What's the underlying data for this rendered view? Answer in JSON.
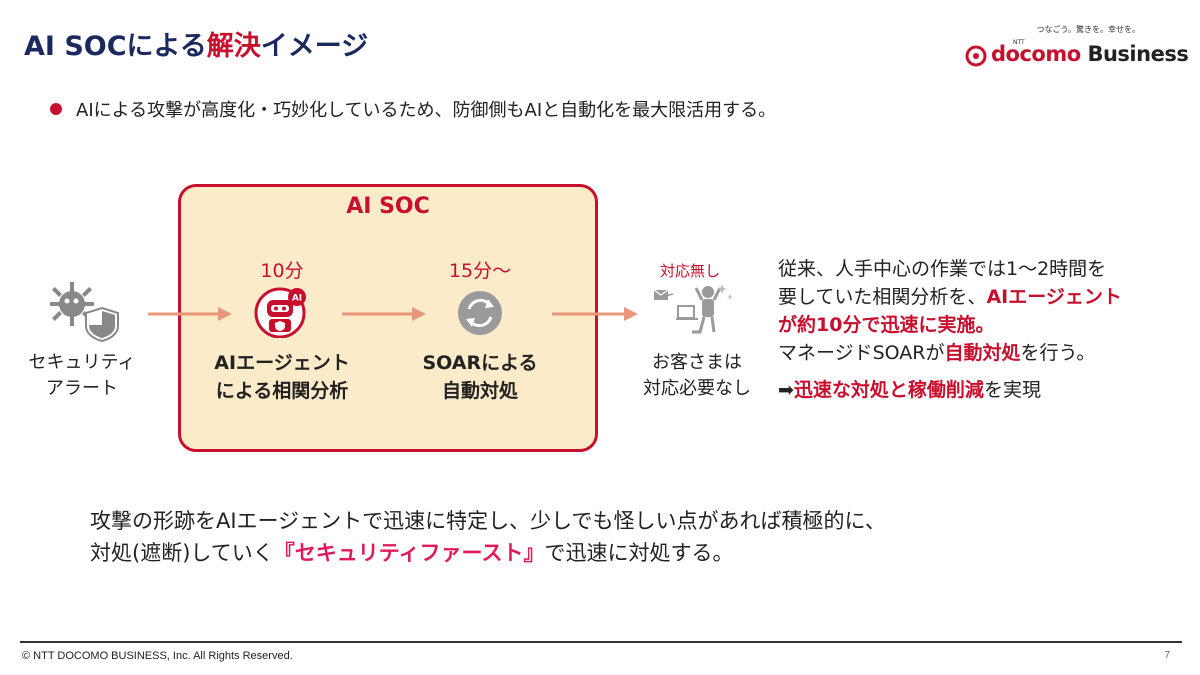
{
  "header": {
    "title_part1": "AI SOCによる",
    "title_accent": "解決",
    "title_part2": "イメージ"
  },
  "logo": {
    "tagline": "つなごう。驚きを。幸せを。",
    "ntt": "NTT",
    "brand_docomo": "docomo",
    "brand_business": " Business"
  },
  "bullet": {
    "text": "AIによる攻撃が高度化・巧妙化しているため、防御側もAIと自動化を最大限活用する。"
  },
  "flow": {
    "soc_title": "AI SOC",
    "alert": {
      "line1": "セキュリティ",
      "line2": "アラート"
    },
    "agent": {
      "time": "10分",
      "line1": "AIエージェント",
      "line2": "による相関分析",
      "badge": "AI"
    },
    "soar": {
      "time": "15分～",
      "line1": "SOARによる",
      "line2": "自動対処"
    },
    "customer": {
      "status": "対応無し",
      "line1": "お客さまは",
      "line2": "対応必要なし"
    }
  },
  "description": {
    "l1": "従来、人手中心の作業では1～2時間を",
    "l2a": "要していた相関分析を、",
    "l2b": "AIエージェント",
    "l3": "が約10分で迅速に実施。",
    "l4a": "マネージドSOARが",
    "l4b": "自動対処",
    "l4c": "を行う。",
    "result_arrow": "➡",
    "result_hl": "迅速な対処と稼働削減",
    "result_tail": "を実現"
  },
  "summary": {
    "line1": "攻撃の形跡をAIエージェントで迅速に特定し、少しでも怪しい点があれば積極的に、",
    "line2a": "対処(遮断)していく",
    "line2b": "『セキュリティファースト』",
    "line2c": "で迅速に対処する。"
  },
  "footer": {
    "copyright": "© NTT DOCOMO BUSINESS, Inc. All Rights Reserved.",
    "page": "7"
  },
  "colors": {
    "accent": "#c8102e",
    "title_navy": "#1b2a5e",
    "box_fill": "#fcebc9",
    "arrow": "#e8977a",
    "pink": "#e0195a"
  },
  "icons": [
    "virus-shield-icon",
    "ai-robot-icon",
    "soar-cycle-icon",
    "relaxed-person-icon",
    "arrow-right-icon"
  ]
}
